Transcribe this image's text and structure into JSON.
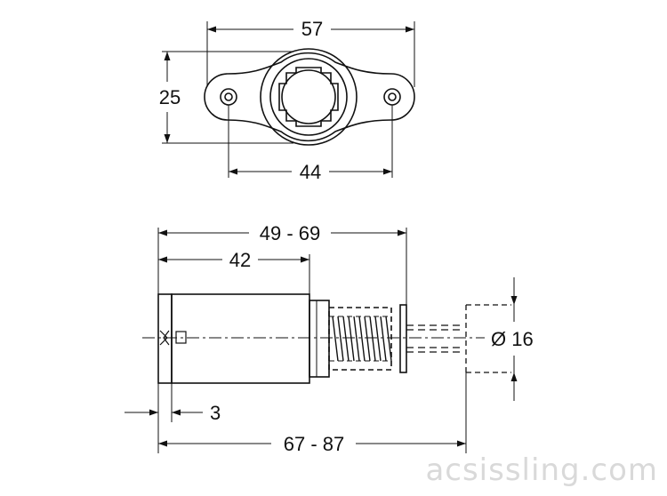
{
  "dimensions": {
    "width_top": "57",
    "height_top": "25",
    "hole_spacing": "44",
    "overall_range": "49 - 69",
    "body_length": "42",
    "flange": "3",
    "total_range": "67 - 87",
    "diameter": "Ø 16"
  },
  "watermark": "acsissling.com",
  "colors": {
    "line": "#111111",
    "watermark": "#d9d9d9"
  }
}
